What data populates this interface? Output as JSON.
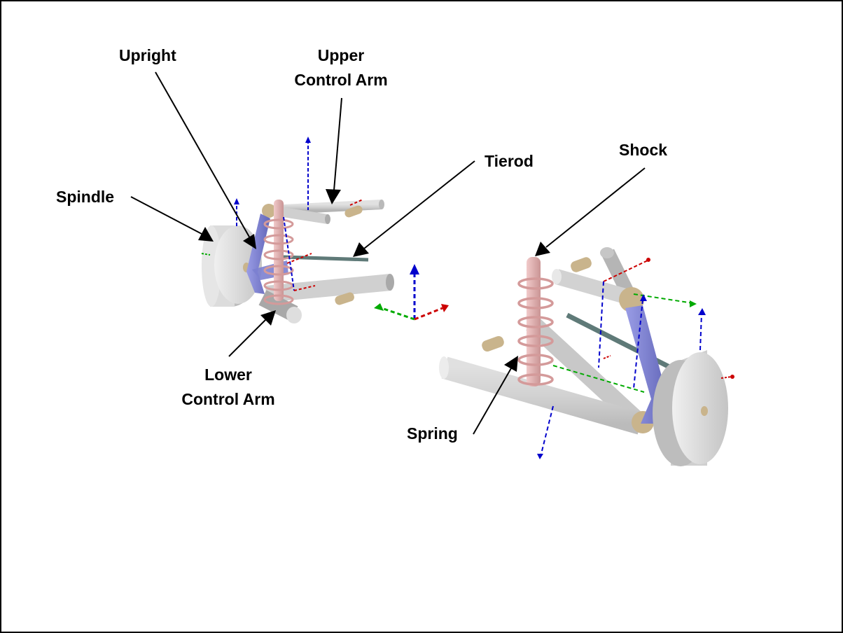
{
  "title": "Double wishbone suspension components",
  "colors": {
    "border": "#000000",
    "arm_gray": "#cfcfcf",
    "spindle_gray": "#d4d4d4",
    "upright_blue": "#7b7fd0",
    "spring_pink": "#d9a3a3",
    "shock_pink": "#e3b5b5",
    "tierod": "#5f7a78",
    "bushing_tan": "#c9b48c",
    "axis_x": "#cc0000",
    "axis_y": "#00aa00",
    "axis_z": "#0000cc"
  },
  "labels": {
    "upright": "Upright",
    "upper_control_arm_1": "Upper",
    "upper_control_arm_2": "Control Arm",
    "tierod": "Tierod",
    "shock": "Shock",
    "spindle": "Spindle",
    "lower_control_arm_1": "Lower",
    "lower_control_arm_2": "Control Arm",
    "spring": "Spring"
  }
}
